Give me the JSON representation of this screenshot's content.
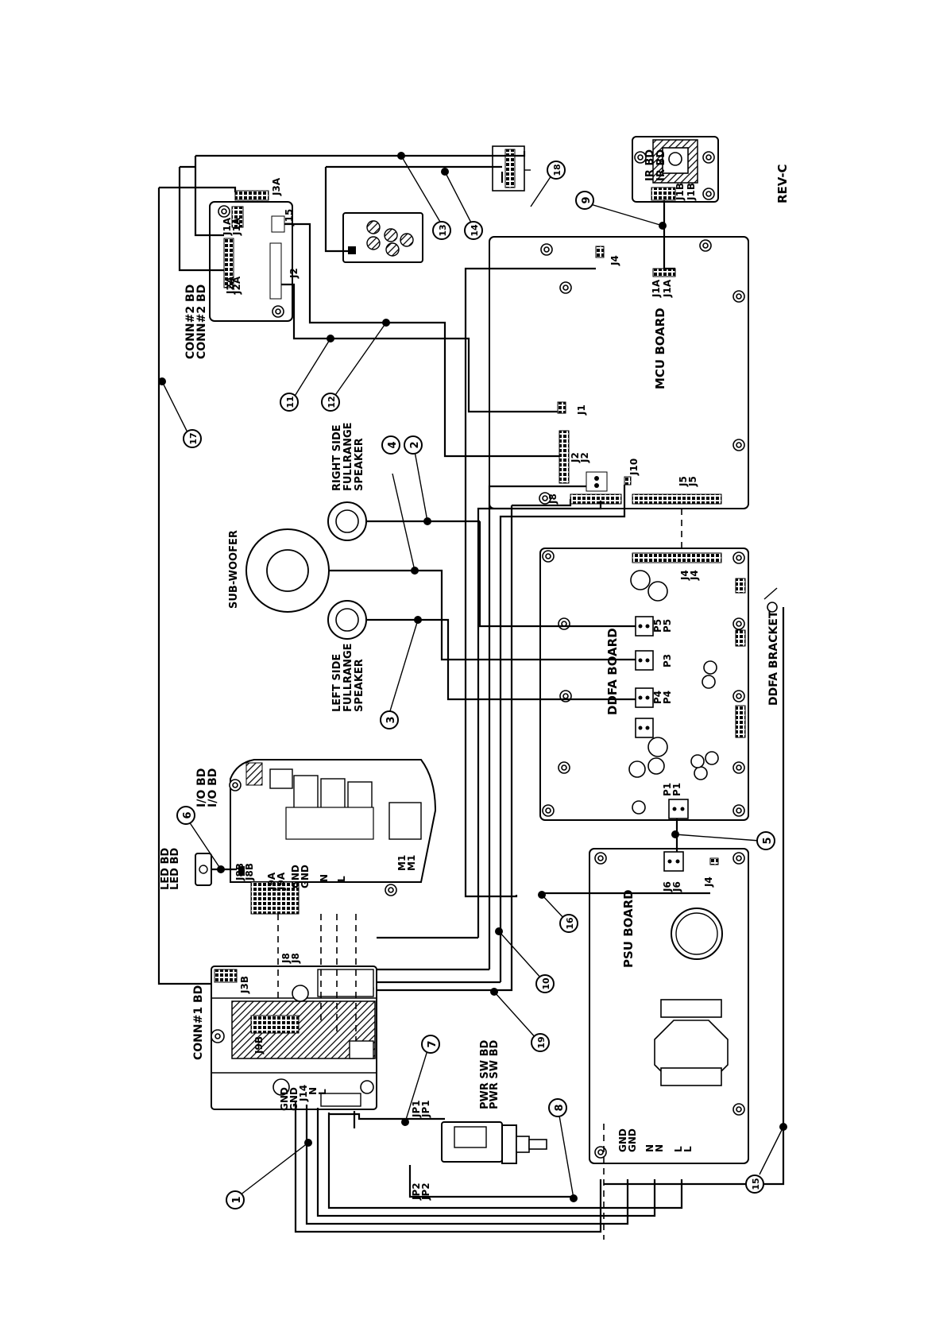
{
  "revision": "REV-C",
  "boards": {
    "conn2": "CONN#2 BD",
    "conn1": "CONN#1 BD",
    "mcu": "MCU BOARD",
    "ddfa": "DDFA BOARD",
    "psu": "PSU BOARD",
    "io": "I/O BD",
    "led": "LED BD",
    "ir": "IR BD",
    "pwr_sw": "PWR SW BD",
    "ddfa_bracket": "DDFA BRACKET"
  },
  "speakers": {
    "right": [
      "RIGHT SIDE",
      "FULLRANGE",
      "SPEAKER"
    ],
    "left": [
      "LEFT SIDE",
      "FULLRANGE",
      "SPEAKER"
    ],
    "sub": "SUB-WOOFER"
  },
  "connectors": {
    "j2a": "J2A",
    "j2": "J2",
    "j1a": "J1A",
    "j3a": "J3A",
    "j15": "J15",
    "j4": "J4",
    "j1": "J1",
    "j10": "J10",
    "j5": "J5",
    "j8": "J8",
    "j1b": "J1B",
    "p5": "P5",
    "p3": "P3",
    "p4": "P4",
    "p1": "P1",
    "j6": "J6",
    "j3b": "J3B",
    "j8b": "J8B",
    "j9a": "J9A",
    "j9b": "J9B",
    "m1": "M1",
    "j14": "J14",
    "jp1": "JP1",
    "jp2": "JP2",
    "gnd": "GND",
    "n": "N",
    "l": "L"
  },
  "callouts": [
    "1",
    "2",
    "3",
    "4",
    "5",
    "6",
    "7",
    "8",
    "9",
    "10",
    "11",
    "12",
    "13",
    "14",
    "15",
    "16",
    "17",
    "18",
    "19"
  ]
}
